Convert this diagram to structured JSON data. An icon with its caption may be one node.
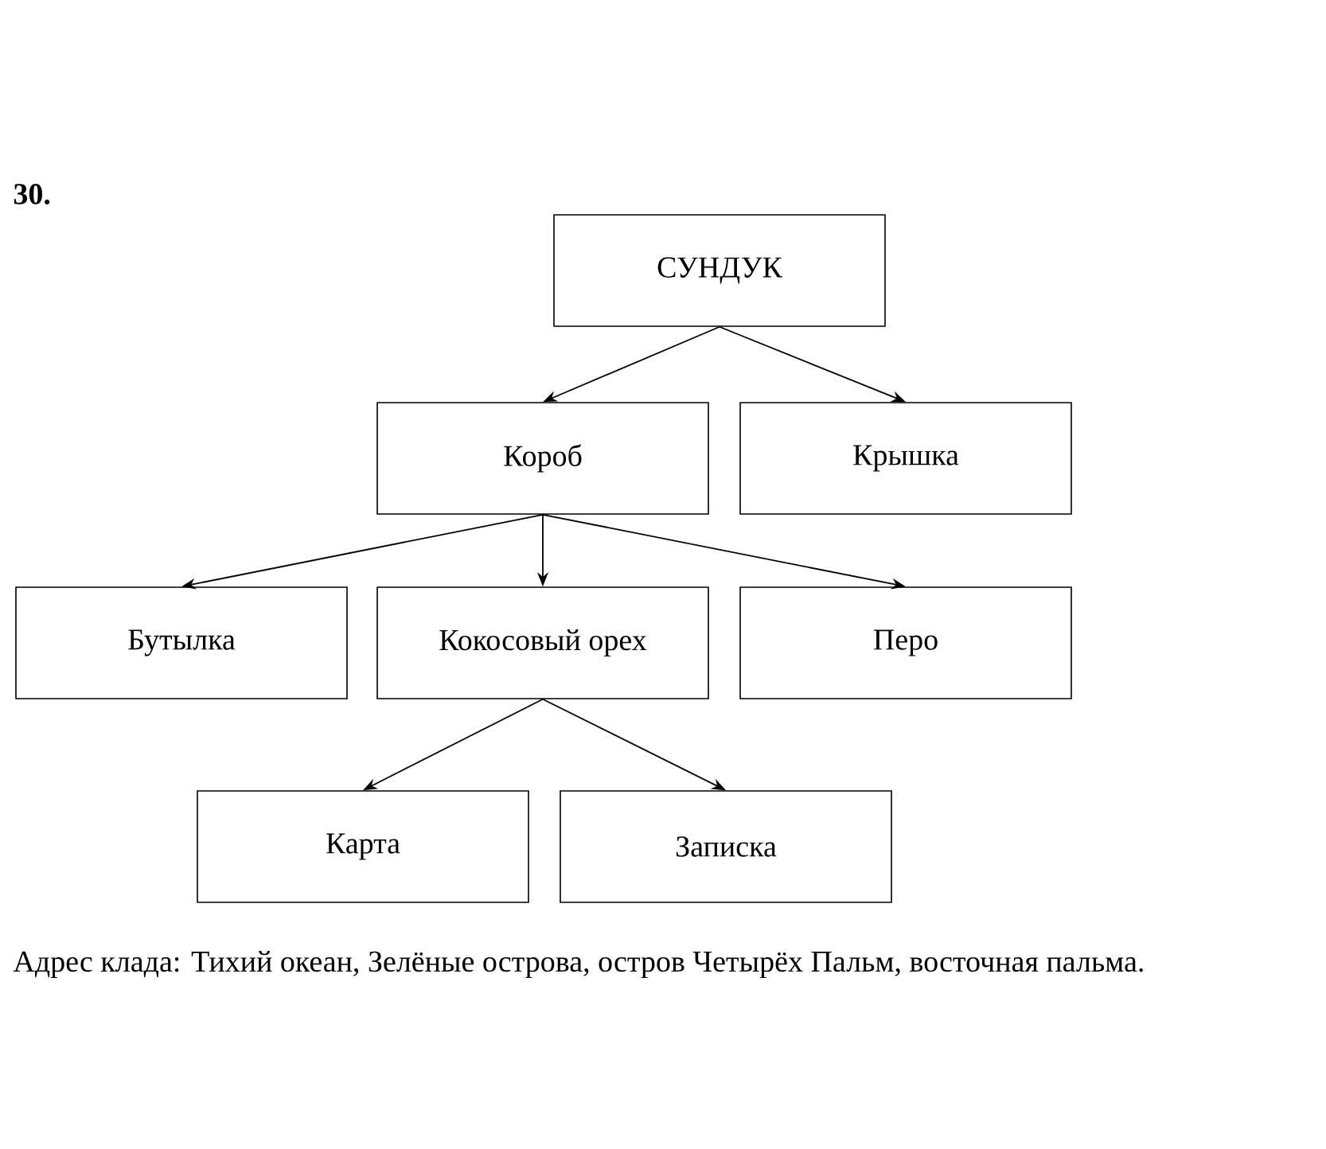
{
  "diagram": {
    "nodes": [
      {
        "text": [
          "СУНДУК"
        ]
      },
      {
        "text": [
          "Короб"
        ]
      },
      {
        "text": [
          "Крышка"
        ]
      },
      {
        "text": [
          "Бутылка"
        ]
      },
      {
        "text": [
          "Кокосовый орех"
        ]
      },
      {
        "text": [
          "Перо"
        ]
      },
      {
        "text": [
          "Карта"
        ]
      },
      {
        "text": [
          "Записка"
        ]
      }
    ],
    "edges": [
      {
        "from": 0,
        "to": 1,
        "arrow": "to"
      },
      {
        "from": 0,
        "to": 2,
        "arrow": "to"
      },
      {
        "from": 1,
        "to": 3,
        "arrow": "to"
      },
      {
        "from": 1,
        "to": 4,
        "arrow": "to"
      },
      {
        "from": 1,
        "to": 5,
        "arrow": "to"
      },
      {
        "from": 4,
        "to": 6,
        "arrow": "to"
      },
      {
        "from": 4,
        "to": 7,
        "arrow": "to"
      }
    ],
    "labels": [
      "30.",
      "Адрес клада: Тихий океан, Зелёные острова, остров Четырёх Пальм, восточная пальма."
    ]
  }
}
